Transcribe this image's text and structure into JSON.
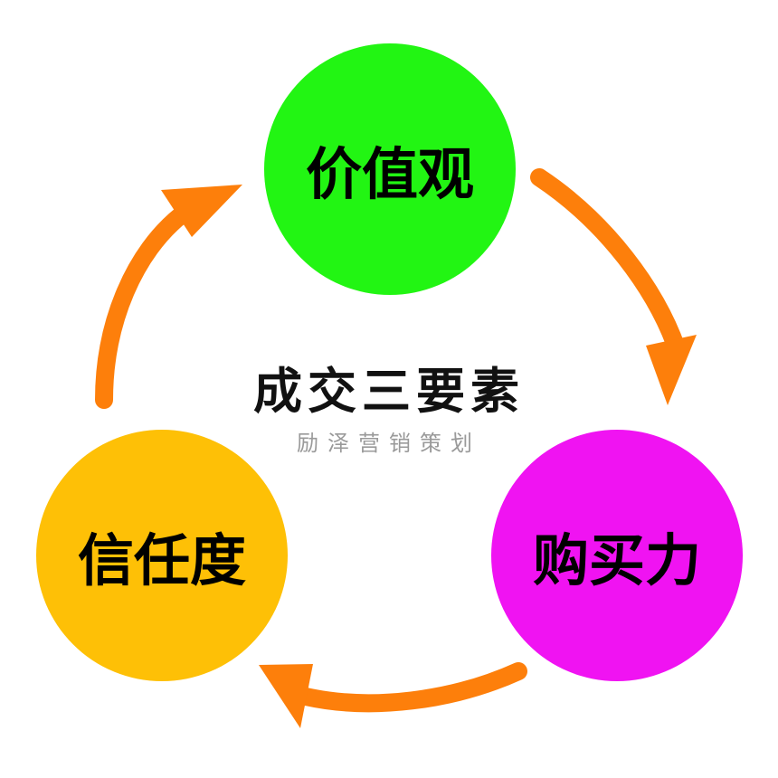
{
  "diagram": {
    "center": {
      "title": "成交三要素",
      "subtitle": "励泽营销策划"
    },
    "nodes": [
      {
        "id": "node-top",
        "label": "价值观",
        "color": "#22f513"
      },
      {
        "id": "node-right",
        "label": "购买力",
        "color": "#f013f2"
      },
      {
        "id": "node-left",
        "label": "信任度",
        "color": "#fec006"
      }
    ],
    "arrow_color": "#fd7f0b",
    "flow": [
      "价值观",
      "购买力",
      "信任度",
      "价值观"
    ]
  }
}
